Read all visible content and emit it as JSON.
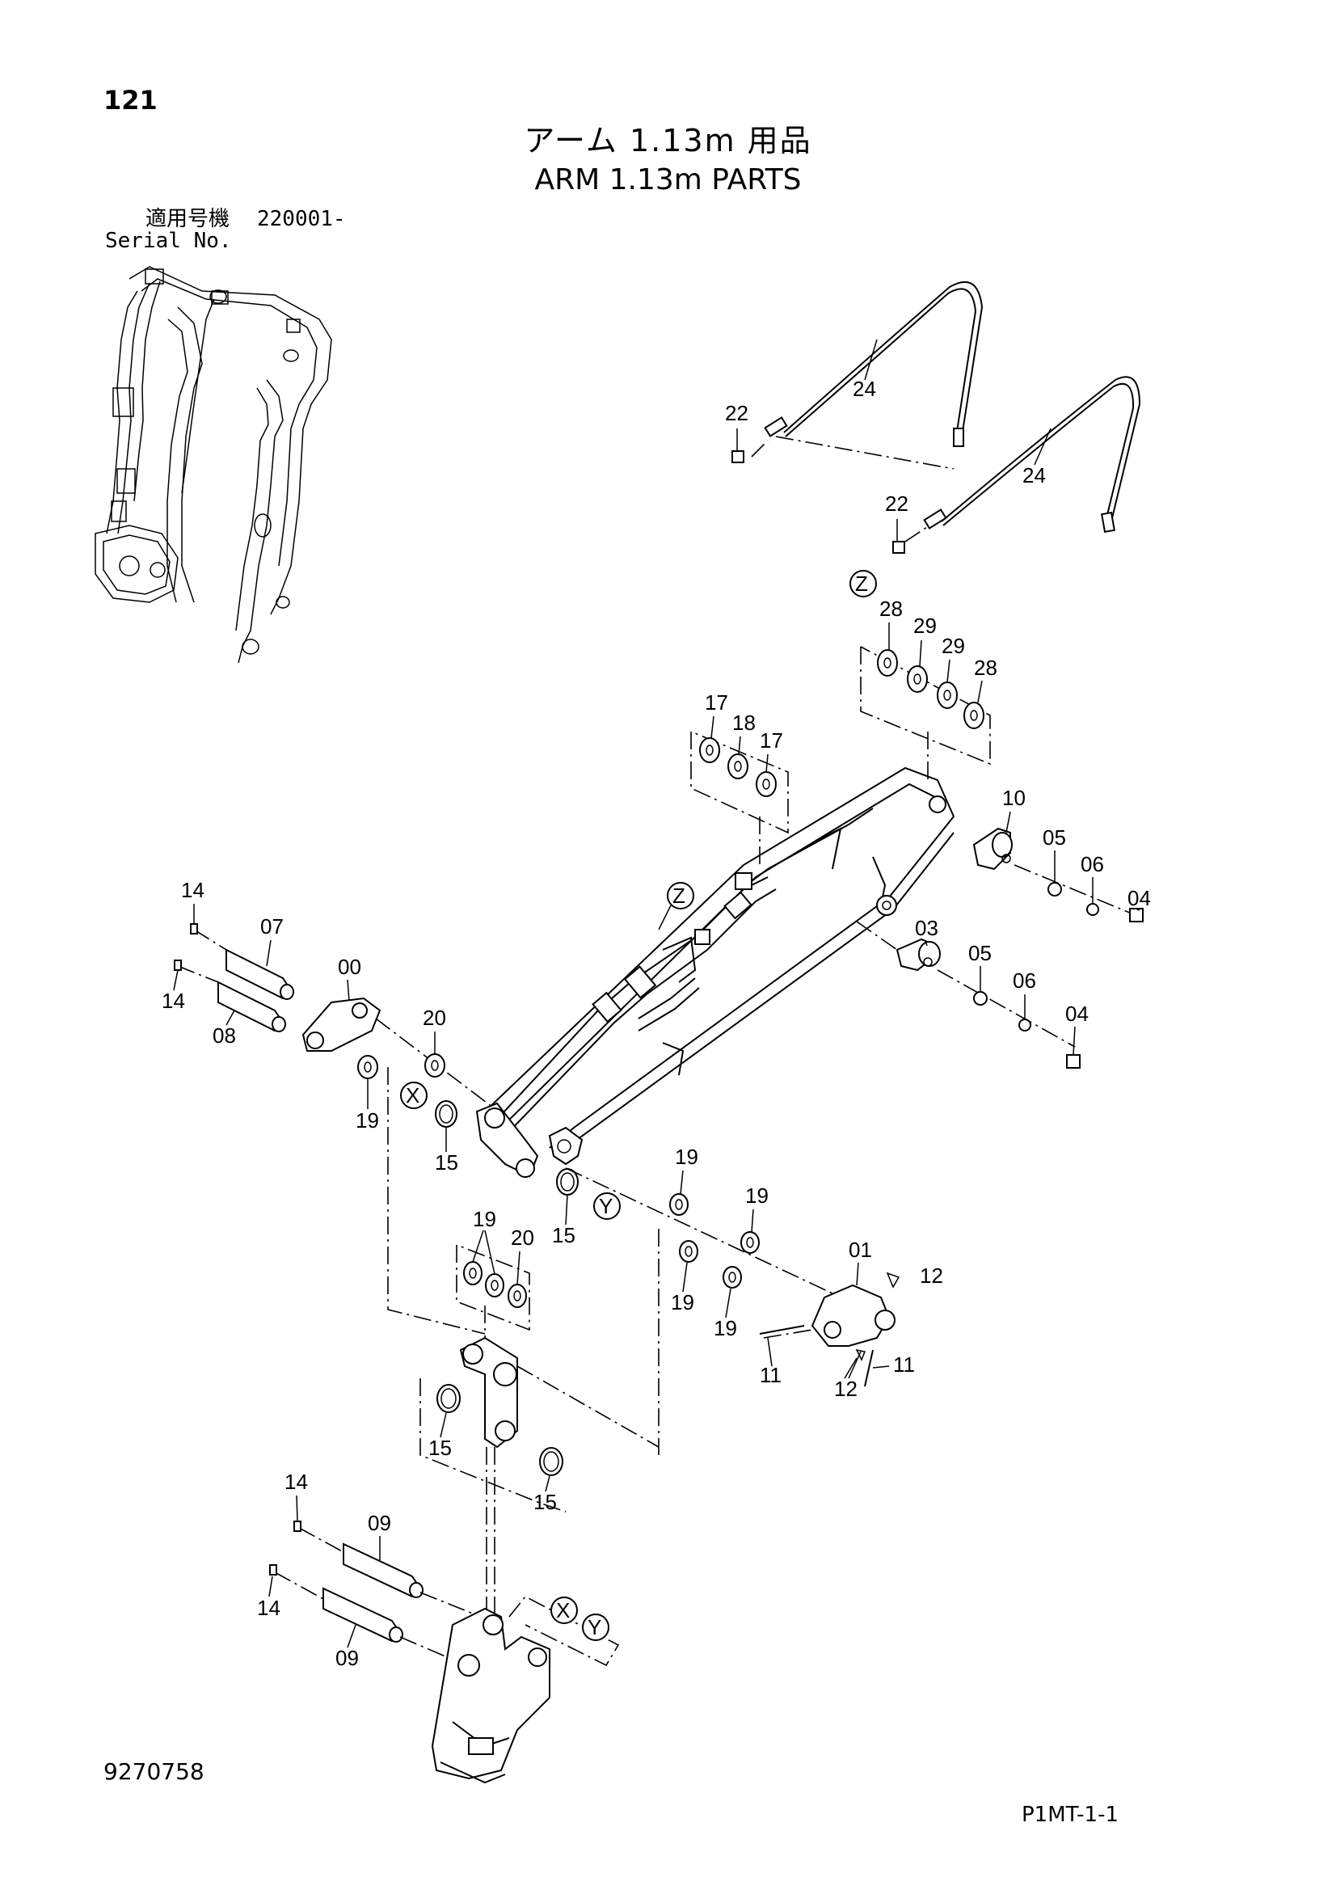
{
  "header": {
    "page_number": "121",
    "title_jp": "アーム 1.13m 用品",
    "title_en": "ARM 1.13m PARTS",
    "serial_label_jp": "適用号機",
    "serial_value": "220001-",
    "serial_label_en": "Serial No."
  },
  "footer": {
    "doc_number": "9270758",
    "page_code": "P1MT-1-1"
  },
  "callouts": [
    "24",
    "24",
    "22",
    "22",
    "28",
    "29",
    "29",
    "28",
    "17",
    "18",
    "17",
    "10",
    "05",
    "06",
    "04",
    "03",
    "05",
    "06",
    "04",
    "14",
    "07",
    "00",
    "14",
    "08",
    "20",
    "19",
    "15",
    "15",
    "19",
    "19",
    "19",
    "20",
    "19",
    "19",
    "01",
    "12",
    "11",
    "12",
    "11",
    "15",
    "15",
    "14",
    "09",
    "14",
    "09"
  ],
  "reference_markers": [
    "Z",
    "Z",
    "X",
    "Y",
    "X",
    "Y"
  ]
}
